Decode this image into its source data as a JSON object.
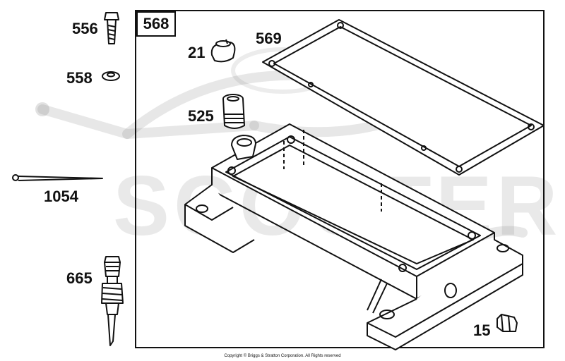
{
  "diagram": {
    "group_label": "568",
    "parts": [
      {
        "id": "p556",
        "number": "556"
      },
      {
        "id": "p558",
        "number": "558"
      },
      {
        "id": "p1054",
        "number": "1054"
      },
      {
        "id": "p665",
        "number": "665"
      },
      {
        "id": "p21",
        "number": "21"
      },
      {
        "id": "p569",
        "number": "569"
      },
      {
        "id": "p525",
        "number": "525"
      },
      {
        "id": "p15",
        "number": "15"
      }
    ],
    "copyright": "Copyright © Briggs & Stratton Corporation. All Rights reserved"
  },
  "watermark": {
    "text": "SCOOTER"
  }
}
